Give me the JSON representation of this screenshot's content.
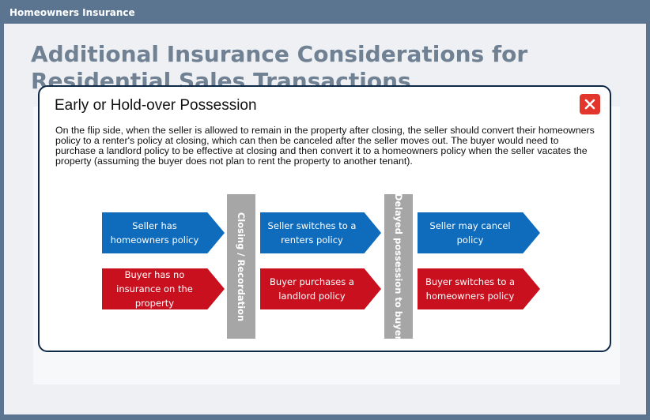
{
  "window": {
    "title": "Homeowners Insurance"
  },
  "page": {
    "title": "Additional Insurance Considerations for Residential Sales Transactions"
  },
  "modal": {
    "title": "Early or Hold-over Possession",
    "close_icon": "close-icon",
    "body": "On the flip side, when the seller is allowed to remain in the property after closing, the seller should convert their homeowners policy to a renter's policy at closing, which can then be canceled after the seller moves out. The buyer would need to purchase a landlord policy to be effective at closing and then convert it to a homeowners policy when the seller vacates the property (assuming the buyer does not plan to rent the property to another tenant)."
  },
  "diagram": {
    "colors": {
      "seller": "#0f6cbd",
      "buyer": "#c8101e",
      "divider": "#a6a6a6"
    },
    "stage1": {
      "seller": "Seller has homeowners policy",
      "buyer": "Buyer has no insurance on the property"
    },
    "divider1": "Closing / Recordation",
    "stage2": {
      "seller": "Seller switches to a renters policy",
      "buyer": "Buyer purchases a landlord policy"
    },
    "divider2": "Delayed possession to buyer",
    "stage3": {
      "seller": "Seller may cancel policy",
      "buyer": "Buyer switches to a homeowners policy"
    }
  }
}
